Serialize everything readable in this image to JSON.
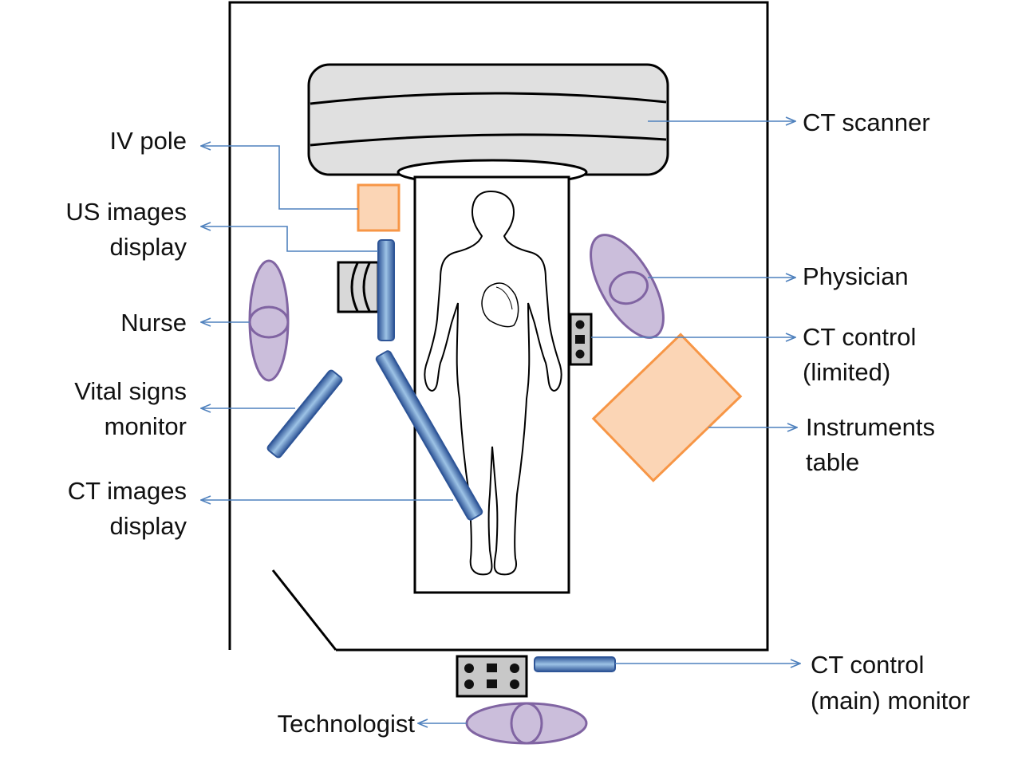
{
  "labels": {
    "iv_pole": "IV pole",
    "us_images_display_1": "US images",
    "us_images_display_2": "display",
    "nurse": "Nurse",
    "vital_signs_1": "Vital signs",
    "vital_signs_2": "monitor",
    "ct_images_display_1": "CT images",
    "ct_images_display_2": "display",
    "ct_scanner": "CT scanner",
    "physician": "Physician",
    "ct_control_limited_1": "CT control",
    "ct_control_limited_2": "(limited)",
    "instruments_table_1": "Instruments",
    "instruments_table_2": "table",
    "ct_control_main_1": "CT control",
    "ct_control_main_2": "(main) monitor",
    "technologist": "Technologist"
  },
  "colors": {
    "outline": "#000000",
    "scanner_fill": "#e0e0e0",
    "orange_fill": "#fbd5b5",
    "orange_stroke": "#f79646",
    "blue_fill": "#5b82c4",
    "blue_stroke": "#2e5597",
    "purple_fill": "#cbbedb",
    "purple_stroke": "#8064a2",
    "arrow": "#4f81bd",
    "control_fill": "#c8c8c8"
  }
}
